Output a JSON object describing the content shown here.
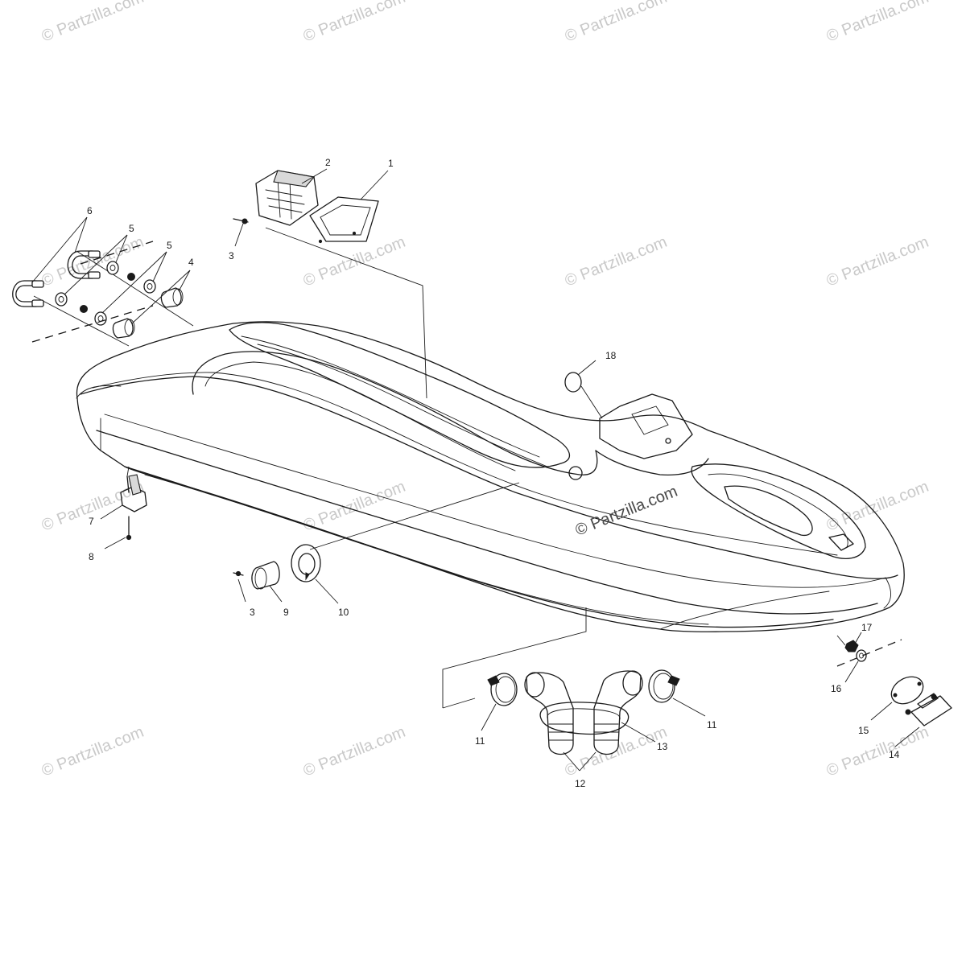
{
  "watermark": {
    "text": "© Partzilla.com",
    "color": "#c9c9c9",
    "dark_color": "#4a4a4a"
  },
  "callouts": [
    {
      "id": "c1",
      "label": "1"
    },
    {
      "id": "c2",
      "label": "2"
    },
    {
      "id": "c3a",
      "label": "3"
    },
    {
      "id": "c3b",
      "label": "3"
    },
    {
      "id": "c4",
      "label": "4"
    },
    {
      "id": "c5a",
      "label": "5"
    },
    {
      "id": "c5b",
      "label": "5"
    },
    {
      "id": "c6",
      "label": "6"
    },
    {
      "id": "c7",
      "label": "7"
    },
    {
      "id": "c8",
      "label": "8"
    },
    {
      "id": "c9",
      "label": "9"
    },
    {
      "id": "c10",
      "label": "10"
    },
    {
      "id": "c11a",
      "label": "11"
    },
    {
      "id": "c11b",
      "label": "11"
    },
    {
      "id": "c12",
      "label": "12"
    },
    {
      "id": "c13",
      "label": "13"
    },
    {
      "id": "c14",
      "label": "14"
    },
    {
      "id": "c15",
      "label": "15"
    },
    {
      "id": "c16",
      "label": "16"
    },
    {
      "id": "c17",
      "label": "17"
    },
    {
      "id": "c18",
      "label": "18"
    }
  ]
}
